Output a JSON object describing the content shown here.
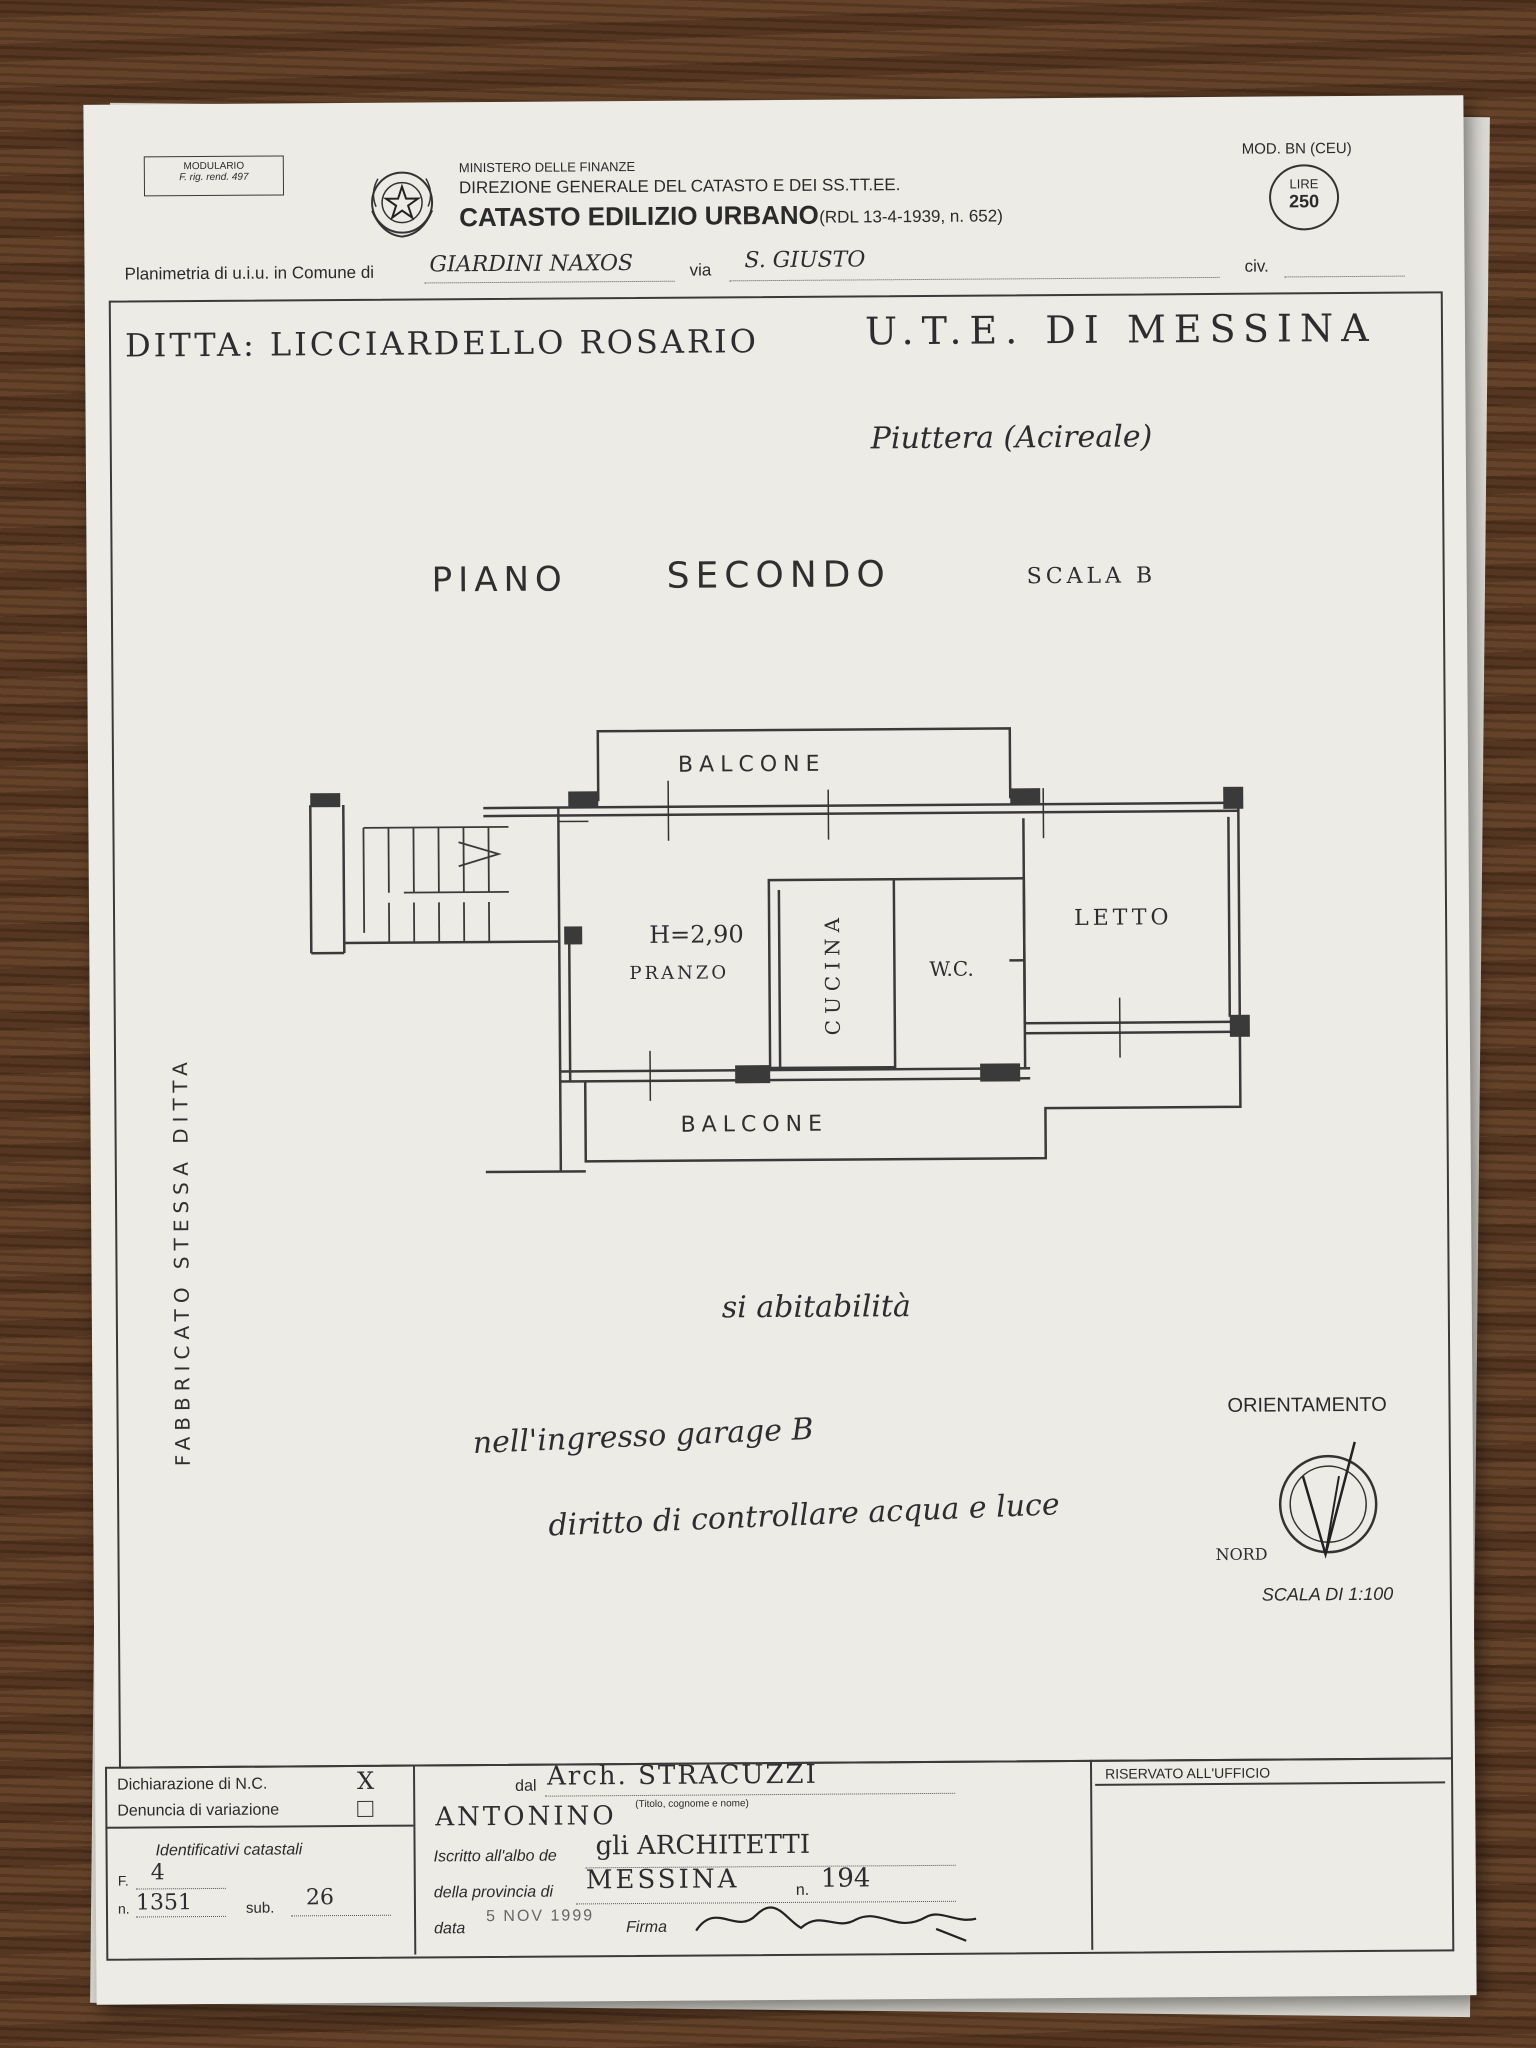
{
  "header": {
    "modulario_line1": "MODULARIO",
    "modulario_line2": "F. rig. rend. 497",
    "ministry": "MINISTERO DELLE FINANZE",
    "direction": "DIREZIONE GENERALE DEL CATASTO E DEI SS.TT.EE.",
    "catasto": "CATASTO EDILIZIO URBANO",
    "law": "(RDL 13-4-1939, n. 652)",
    "model": "MOD. BN (CEU)",
    "price_label": "LIRE",
    "price_value": "250",
    "planimetry_label": "Planimetria di u.i.u. in Comune di",
    "comune": "GIARDINI NAXOS",
    "via_label": "via",
    "via": "S. GIUSTO",
    "civ_label": "civ."
  },
  "content": {
    "ditta": "DITTA: LICCIARDELLO ROSARIO",
    "ute": "U.T.E. DI MESSINA",
    "place_note": "Piuttera (Acireale)",
    "floor_word1": "PIANO",
    "floor_word2": "SECONDO",
    "scala": "SCALA B",
    "side_label": "FABBRICATO STESSA DITTA",
    "note1": "si abitabilità",
    "note2": "nell'ingresso garage B",
    "note3": "diritto di controllare acqua e luce"
  },
  "plan": {
    "balcone_top": "BALCONE",
    "balcone_bottom": "BALCONE",
    "letto": "LETTO",
    "height": "H=2,90",
    "pranzo": "PRANZO",
    "cucina": "CUCINA",
    "wc": "W.C."
  },
  "orientation": {
    "title": "ORIENTAMENTO",
    "north": "NORD",
    "scale": "SCALA DI 1:100"
  },
  "footer": {
    "dich_nc": "Dichiarazione di N.C.",
    "dich_nc_mark": "X",
    "denuncia": "Denuncia di variazione",
    "redatta_label": "dal",
    "architect": "Arch. STRACUZZI",
    "architect_sub": "(Titolo, cognome e nome)",
    "first_name": "ANTONINO",
    "albo_label": "Iscritto all'albo de",
    "albo": "gli ARCHITETTI",
    "provincia_label": "della provincia di",
    "provincia": "MESSINA",
    "n_label": "n.",
    "n_value": "194",
    "data_label": "data",
    "data_value": "5 NOV 1999",
    "firma_label": "Firma",
    "ident_title": "Identificativi catastali",
    "f_label": "F.",
    "f_value": "4",
    "n2_label": "n.",
    "n2_value": "1351",
    "sub_label": "sub.",
    "sub_value": "26",
    "riservato": "RISERVATO ALL'UFFICIO"
  }
}
